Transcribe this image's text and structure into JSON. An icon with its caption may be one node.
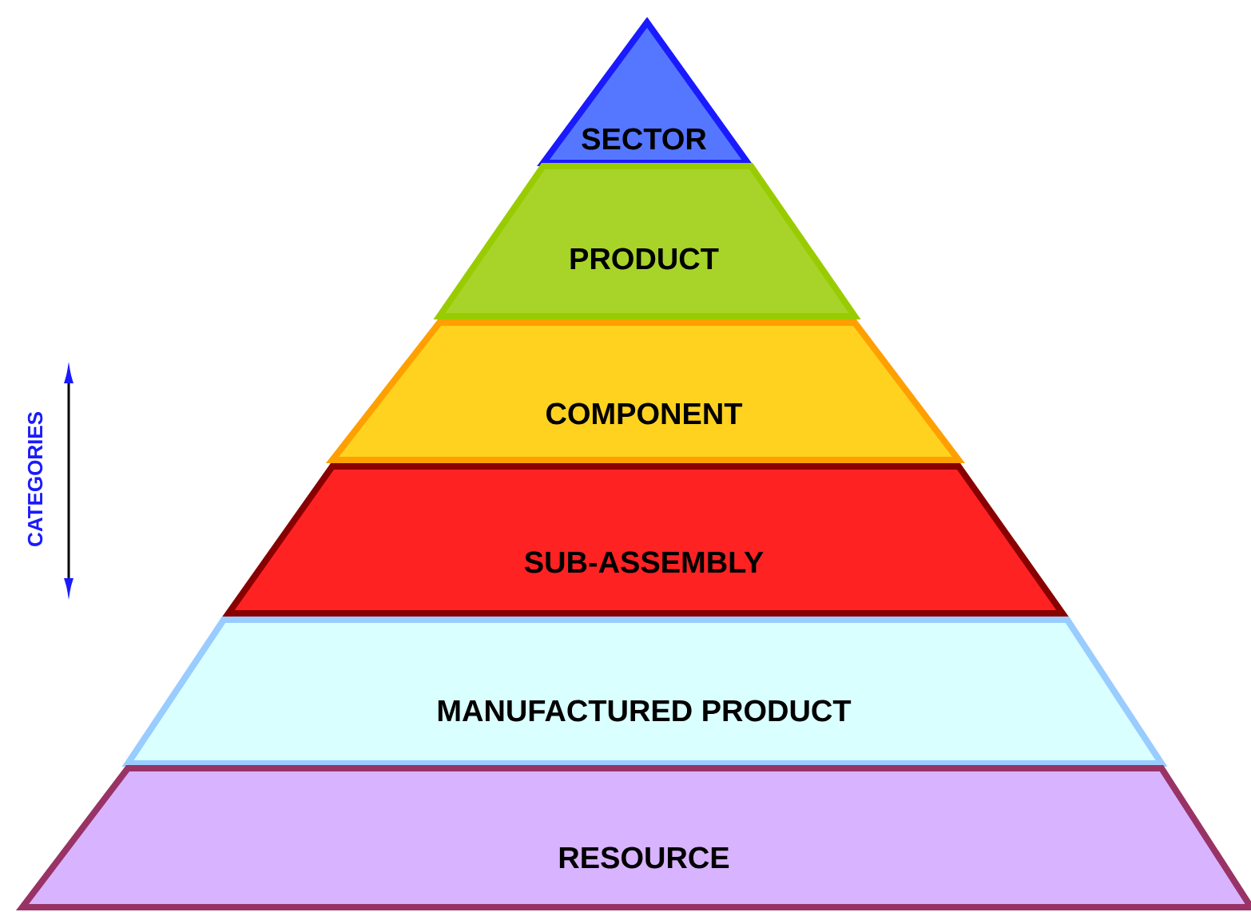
{
  "diagram": {
    "nodes": [
      {
        "text": [
          "SECTOR"
        ]
      },
      {
        "text": [
          "PRODUCT"
        ]
      },
      {
        "text": [
          "COMPONENT"
        ]
      },
      {
        "text": [
          "SUB-ASSEMBLY"
        ]
      },
      {
        "text": [
          "MANUFACTURED PRODUCT"
        ]
      },
      {
        "text": [
          "RESOURCE"
        ]
      }
    ],
    "labels": [
      "CATEGORIES"
    ]
  }
}
